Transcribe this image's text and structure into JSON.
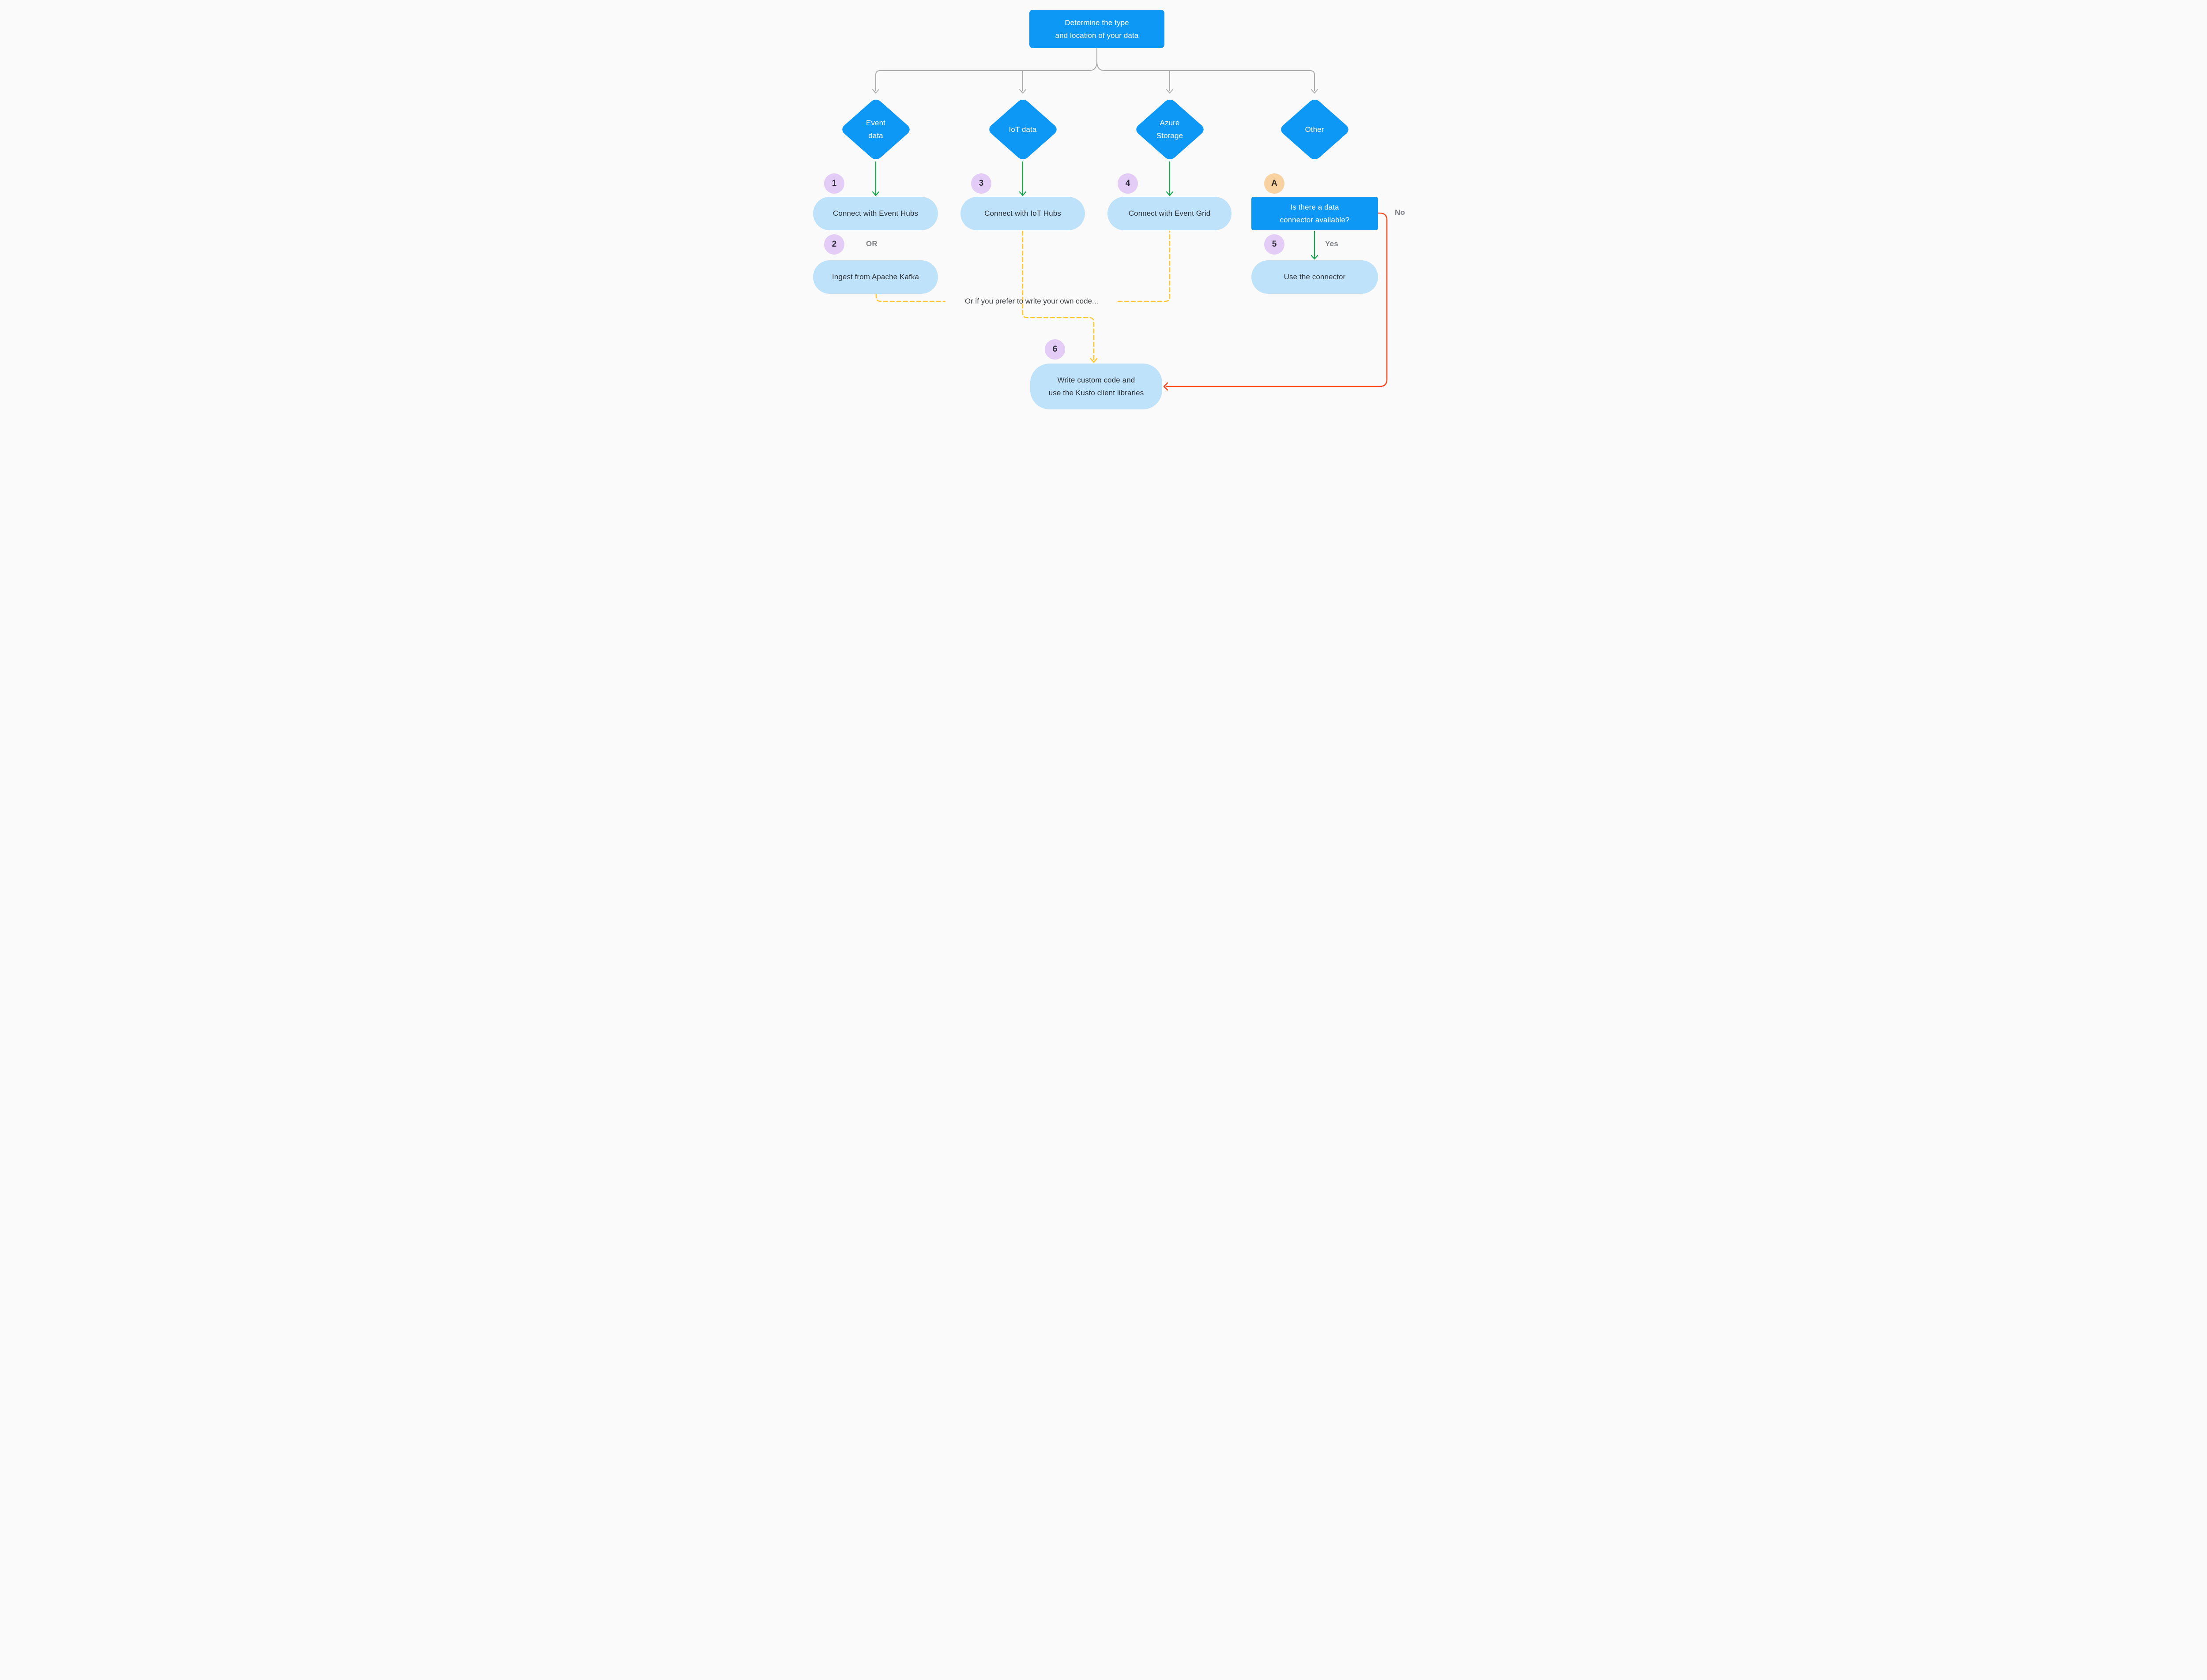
{
  "colors": {
    "background": "#FAFAFA",
    "node_blue": "#0E98F6",
    "pill_blue": "#BEE2FA",
    "badge_lavender": "#E3CCF5",
    "badge_orange": "#F8D2A0",
    "arrow_green": "#17A74F",
    "arrow_yellow": "#FFC72B",
    "arrow_red": "#FB4A22",
    "line_gray": "#ACACAC",
    "label_gray": "#7C7F83",
    "text_dark": "#30353B"
  },
  "root": {
    "lines": [
      "Determine the type",
      "and location of your data"
    ]
  },
  "branches": [
    {
      "diamond_lines": [
        "Event",
        "data"
      ],
      "badge": "1",
      "box": "Connect with Event Hubs",
      "badge2": "2",
      "or_label": "OR",
      "box2": "Ingest from Apache Kafka"
    },
    {
      "diamond_lines": [
        "IoT data"
      ],
      "badge": "3",
      "box": "Connect with IoT Hubs"
    },
    {
      "diamond_lines": [
        "Azure",
        "Storage"
      ],
      "badge": "4",
      "box": "Connect with Event Grid"
    },
    {
      "diamond_lines": [
        "Other"
      ],
      "badge": "A",
      "question_lines": [
        "Is there a data",
        "connector available?"
      ],
      "no_label": "No",
      "badge2": "5",
      "yes_label": "Yes",
      "box2": "Use the connector"
    }
  ],
  "annotation": "Or if you prefer to write your own code...",
  "final": {
    "badge": "6",
    "lines": [
      "Write custom code and",
      "use the Kusto client libraries"
    ]
  }
}
